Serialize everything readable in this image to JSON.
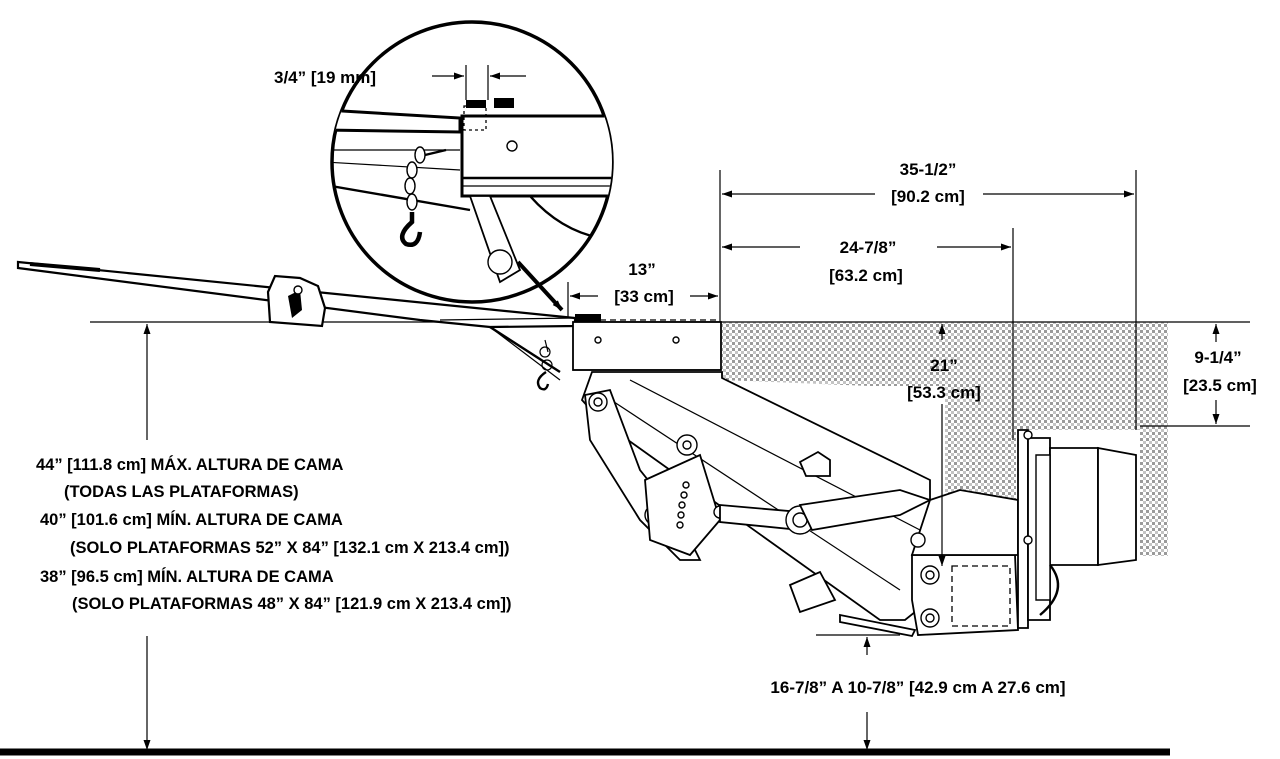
{
  "dimensions": {
    "gap": "3/4” [19 mm]",
    "setback": {
      "imperial": "13”",
      "metric": "[33 cm]"
    },
    "overall_reach": {
      "imperial": "35-1/2”",
      "metric": "[90.2 cm]"
    },
    "housing_reach": {
      "imperial": "24-7/8”",
      "metric": "[63.2 cm]"
    },
    "pit_depth": {
      "imperial": "21”",
      "metric": "[53.3 cm]"
    },
    "bumper_height": {
      "imperial": "9-1/4”",
      "metric": "[23.5 cm]"
    },
    "ground_clearance": "16-7/8” A 10-7/8” [42.9 cm A 27.6 cm]"
  },
  "bed_height_notes": [
    "44” [111.8 cm] MÁX. ALTURA DE CAMA",
    "(TODAS LAS PLATAFORMAS)",
    "40” [101.6 cm] MÍN. ALTURA DE CAMA",
    "(SOLO PLATAFORMAS 52” X 84” [132.1 cm X 213.4 cm])",
    "38” [96.5 cm] MÍN. ALTURA DE CAMA",
    "(SOLO PLATAFORMAS 48” X 84” [121.9 cm X 213.4 cm])"
  ],
  "colors": {
    "ink": "#000000",
    "hatch": "#b8b8b8",
    "paper": "#ffffff"
  }
}
